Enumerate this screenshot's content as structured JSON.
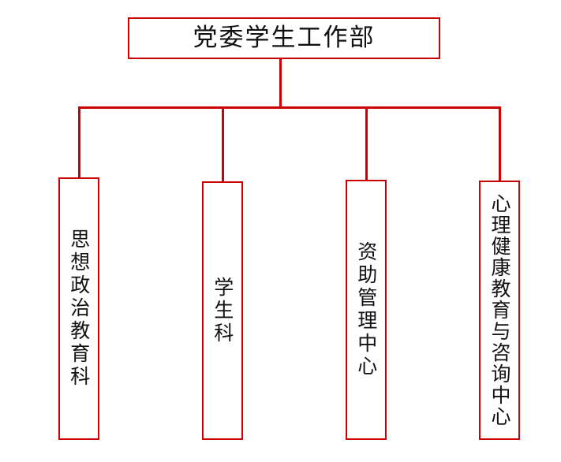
{
  "diagram": {
    "type": "org-chart",
    "orientation": "top-down",
    "background_color": "#ffffff",
    "line_color": "#cc0000",
    "border_color": "#cc0000",
    "text_color": "#111111",
    "root": {
      "label": "党委学生工作部",
      "text_direction": "horizontal"
    },
    "children": [
      {
        "label": "思想政治教育科",
        "text_direction": "vertical",
        "char_count": 7
      },
      {
        "label": "学生科",
        "text_direction": "vertical",
        "char_count": 3
      },
      {
        "label": "资助管理中心",
        "text_direction": "vertical",
        "char_count": 6
      },
      {
        "label": "心理健康教育与咨询中心",
        "text_direction": "vertical",
        "char_count": 11
      }
    ]
  }
}
